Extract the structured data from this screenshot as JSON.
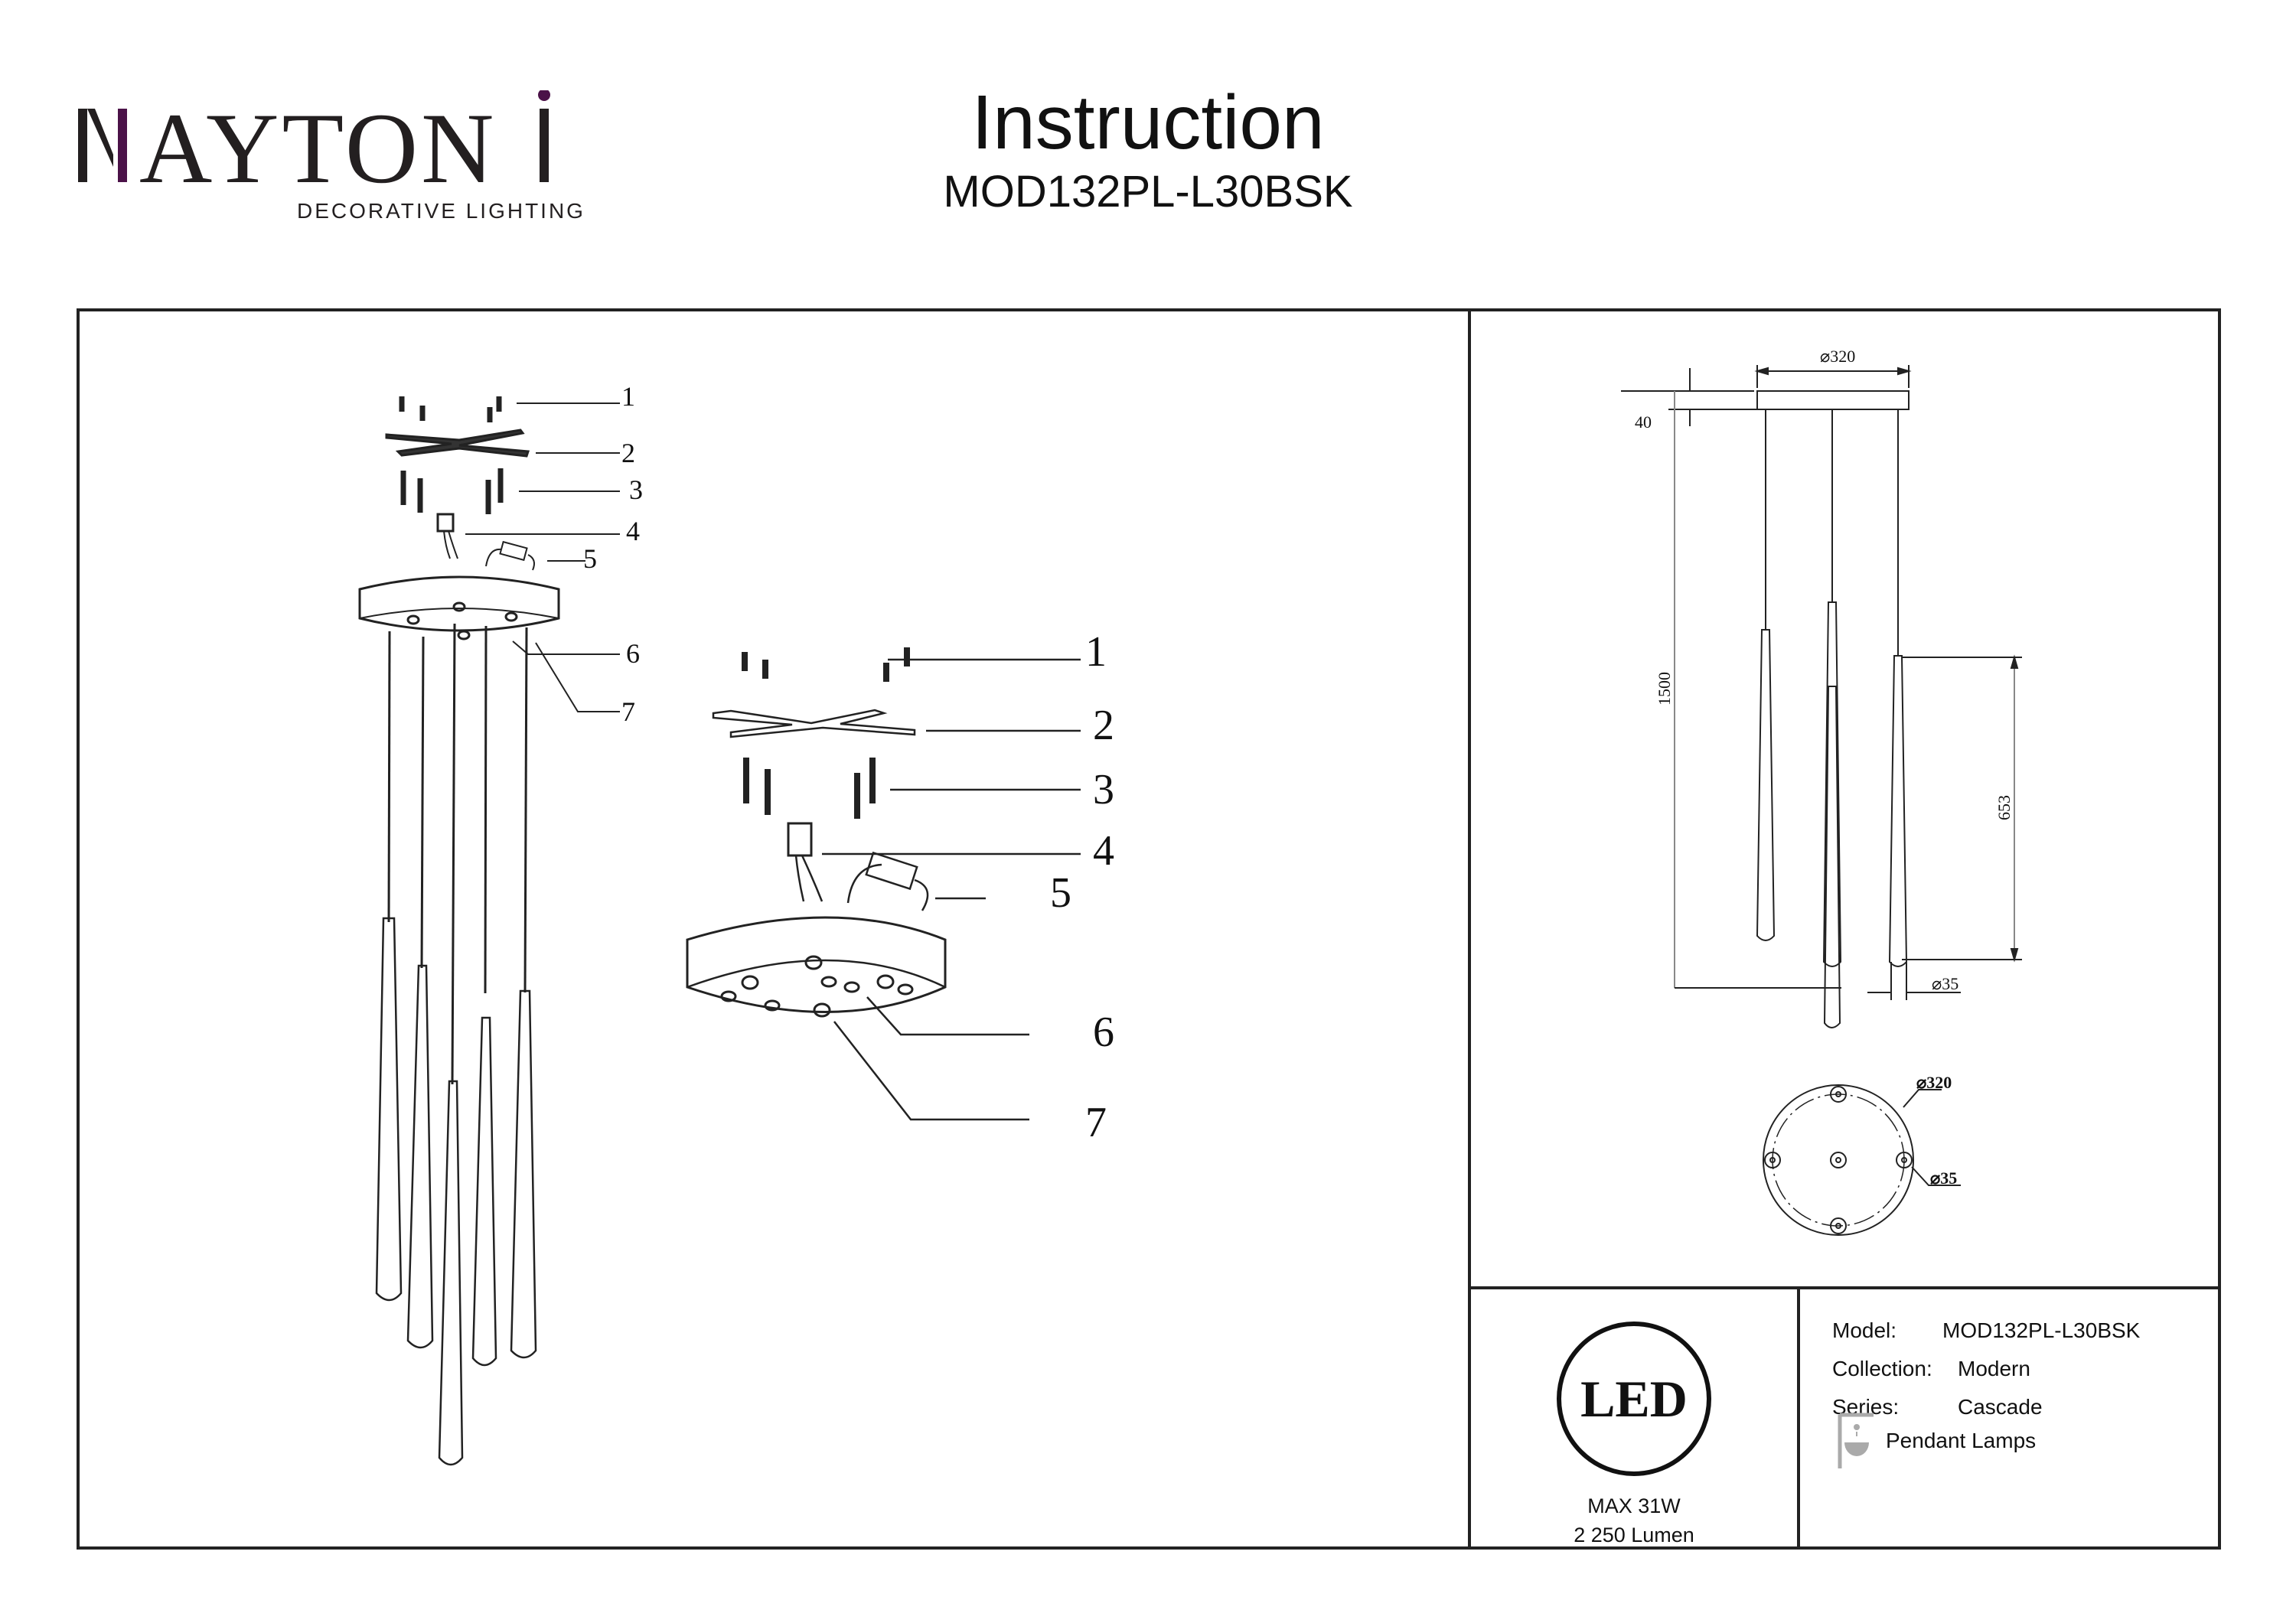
{
  "header": {
    "brand": "MAYTONI",
    "brand_tagline": "DECORATIVE LIGHTING",
    "brand_accent_color": "#4b1248",
    "title": "Instruction",
    "model_code": "MOD132PL-L30BSK"
  },
  "assembly": {
    "part_callouts_small": [
      "1",
      "2",
      "3",
      "4",
      "5",
      "6",
      "7"
    ],
    "part_callouts_large": [
      "1",
      "2",
      "3",
      "4",
      "5",
      "6",
      "7"
    ],
    "pendant_count": 5
  },
  "dimensions": {
    "canopy_diameter": "⌀320",
    "canopy_height": "40",
    "overall_height": "1500",
    "shade_length": "653",
    "shade_diameter": "⌀35",
    "plan_diameter": "⌀320",
    "plan_hole_diameter": "⌀35"
  },
  "specs": {
    "led_badge": "LED",
    "max_power": "MAX 31W",
    "luminous_flux": "2 250 Lumen"
  },
  "product_info": {
    "rows": [
      {
        "label": "Model:",
        "value": "MOD132PL-L30BSK"
      },
      {
        "label": "Collection:",
        "value": "Modern"
      },
      {
        "label": "Series:",
        "value": "Cascade"
      }
    ],
    "category": "Pendant Lamps",
    "category_icon": "pendant-lamp-icon"
  }
}
